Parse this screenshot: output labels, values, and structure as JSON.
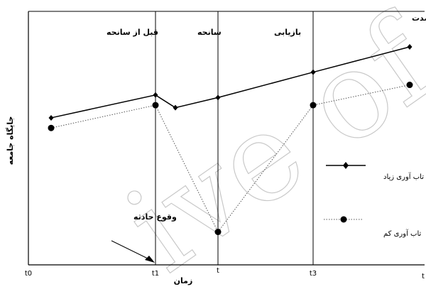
{
  "chart_data": {
    "type": "line",
    "ylabel": "جایگاه جامعه",
    "xlabel": "زمان",
    "x_ticks": [
      "t0",
      "t1",
      "t",
      "t3",
      "t"
    ],
    "phases": [
      "قبل از سانحه",
      "سانحه",
      "بازیابی",
      "دوره بازیابی طولانی مدت"
    ],
    "series": [
      {
        "name": "تاب آوری زیاد",
        "marker": "diamond",
        "line": "solid",
        "points": [
          [
            "t0",
            0.58
          ],
          [
            "t1",
            0.67
          ],
          [
            "t1+",
            0.62
          ],
          [
            "t2",
            0.66
          ],
          [
            "t3",
            0.76
          ],
          [
            "t4",
            0.86
          ]
        ]
      },
      {
        "name": "تاب آوری کم",
        "marker": "circle",
        "line": "dotted",
        "points": [
          [
            "t0",
            0.54
          ],
          [
            "t1",
            0.63
          ],
          [
            "t2",
            0.13
          ],
          [
            "t3",
            0.63
          ],
          [
            "t4",
            0.71
          ]
        ]
      }
    ],
    "annotations": [
      {
        "text": "وقوع حادثه",
        "points_to": "t1"
      }
    ],
    "legend_position": "right",
    "watermark": "Archive of SID"
  }
}
